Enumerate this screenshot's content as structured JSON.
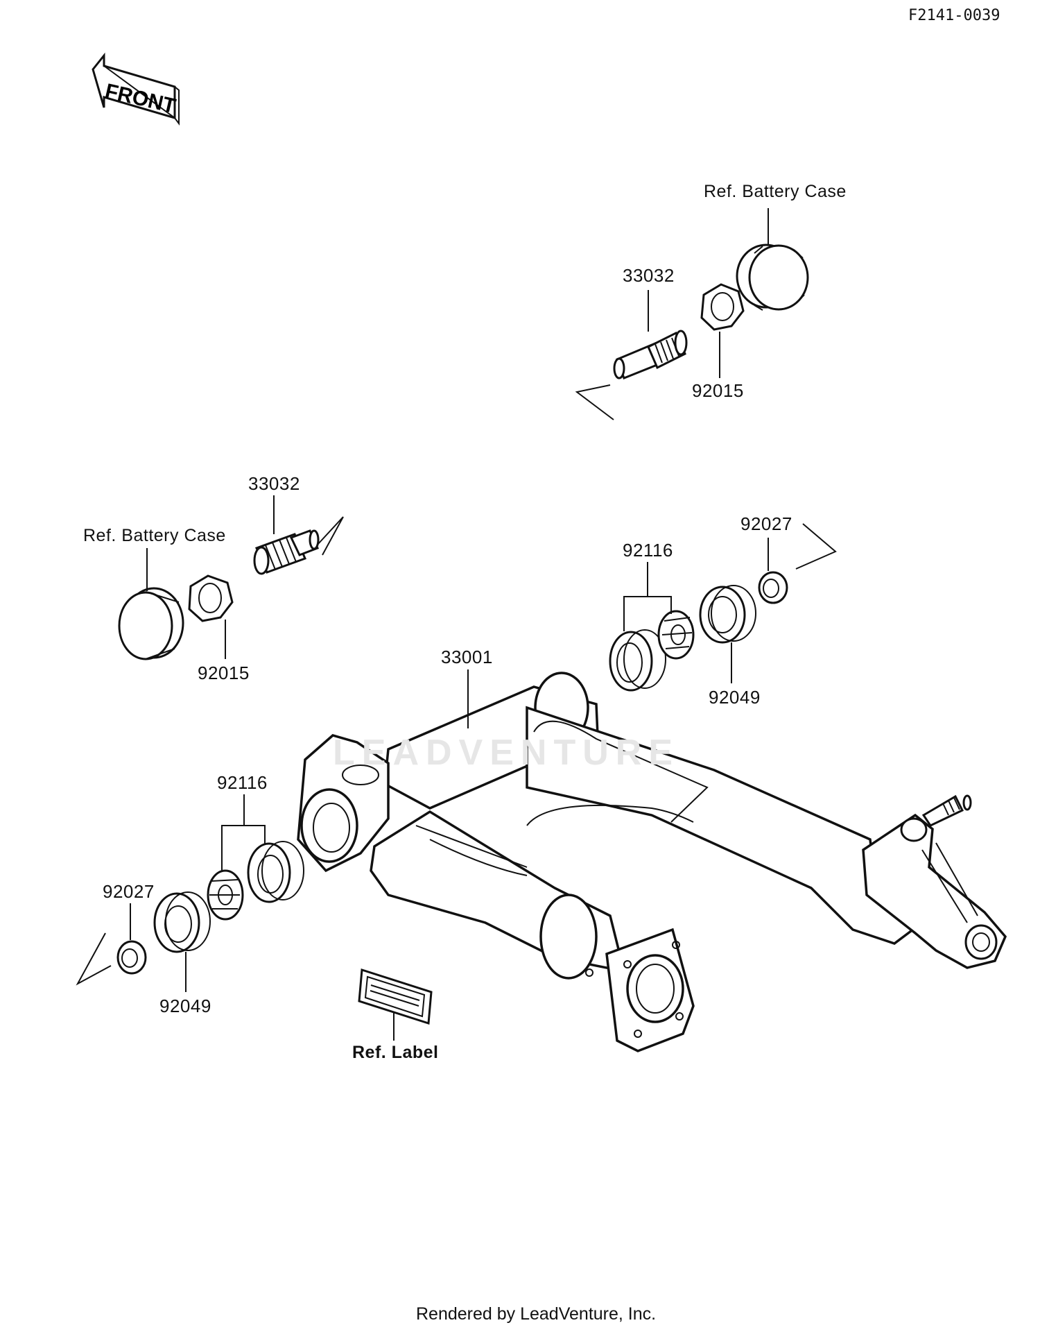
{
  "doc_id": "F2141-0039",
  "footer": "Rendered by LeadVenture, Inc.",
  "watermark": "LEADVENTURE",
  "front_arrow": "FRONT",
  "labels": {
    "ref_battery_case_top": "Ref. Battery Case",
    "p33032_top": "33032",
    "p92015_top": "92015",
    "p33032_left": "33032",
    "ref_battery_case_left": "Ref. Battery Case",
    "p92015_left": "92015",
    "p92116_right": "92116",
    "p92027_right": "92027",
    "p92049_right": "92049",
    "p33001": "33001",
    "p92116_left": "92116",
    "p92027_left": "92027",
    "p92049_left": "92049",
    "ref_label": "Ref. Label"
  }
}
